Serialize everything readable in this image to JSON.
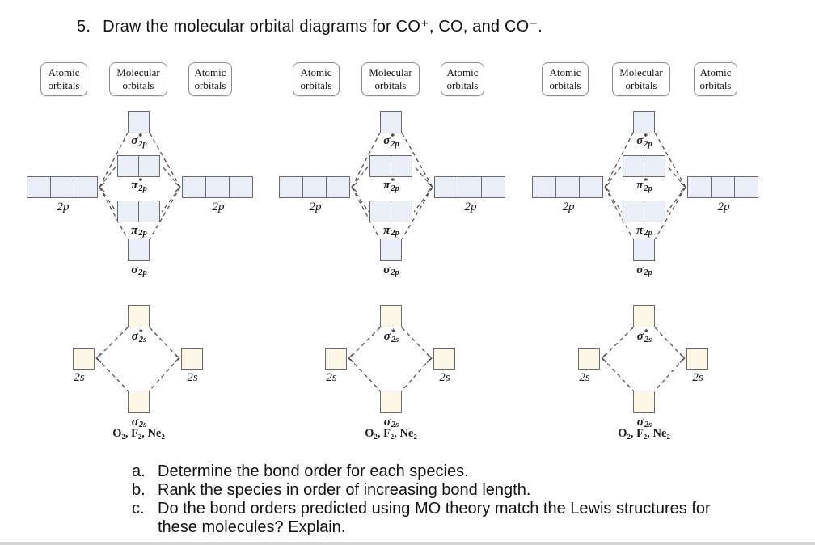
{
  "title": {
    "number": "5.",
    "text": "Draw the molecular orbital diagrams for CO⁺, CO, and CO⁻."
  },
  "diagrams": [
    {
      "header": {
        "left": "Atomic orbitals",
        "center": "Molecular orbitals",
        "right": "Atomic orbitals"
      },
      "p": {
        "sigma_star": {
          "symbol": "σ",
          "star": "*",
          "sub": "2p"
        },
        "pi_star": {
          "symbol": "π",
          "star": "*",
          "sub": "2p"
        },
        "pi": {
          "symbol": "π",
          "sub": "2p"
        },
        "sigma": {
          "symbol": "σ",
          "sub": "2p"
        },
        "left_label": "2p",
        "right_label": "2p"
      },
      "s": {
        "sigma_star": {
          "symbol": "σ",
          "star": "*",
          "sub": "2s"
        },
        "sigma": {
          "symbol": "σ",
          "sub": "2s"
        },
        "left_label": "2s",
        "right_label": "2s",
        "caption": "O₂, F₂, Ne₂"
      }
    },
    {
      "header": {
        "left": "Atomic orbitals",
        "center": "Molecular orbitals",
        "right": "Atomic orbitals"
      },
      "p": {
        "sigma_star": {
          "symbol": "σ",
          "star": "*",
          "sub": "2p"
        },
        "pi_star": {
          "symbol": "π",
          "star": "*",
          "sub": "2p"
        },
        "pi": {
          "symbol": "π",
          "sub": "2p"
        },
        "sigma": {
          "symbol": "σ",
          "sub": "2p"
        },
        "left_label": "2p",
        "right_label": "2p"
      },
      "s": {
        "sigma_star": {
          "symbol": "σ",
          "star": "*",
          "sub": "2s"
        },
        "sigma": {
          "symbol": "σ",
          "sub": "2s"
        },
        "left_label": "2s",
        "right_label": "2s",
        "caption": "O₂, F₂, Ne₂"
      }
    },
    {
      "header": {
        "left": "Atomic orbitals",
        "center": "Molecular orbitals",
        "right": "Atomic orbitals"
      },
      "p": {
        "sigma_star": {
          "symbol": "σ",
          "star": "*",
          "sub": "2p"
        },
        "pi_star": {
          "symbol": "π",
          "star": "*",
          "sub": "2p"
        },
        "pi": {
          "symbol": "π",
          "sub": "2p"
        },
        "sigma": {
          "symbol": "σ",
          "sub": "2p"
        },
        "left_label": "2p",
        "right_label": "2p"
      },
      "s": {
        "sigma_star": {
          "symbol": "σ",
          "star": "*",
          "sub": "2s"
        },
        "sigma": {
          "symbol": "σ",
          "sub": "2s"
        },
        "left_label": "2s",
        "right_label": "2s",
        "caption": "O₂, F₂, Ne₂"
      }
    }
  ],
  "questions": [
    {
      "letter": "a.",
      "text": "Determine the bond order for each species."
    },
    {
      "letter": "b.",
      "text": "Rank the species in order of increasing bond length."
    },
    {
      "letter": "c.",
      "text": "Do the bond orders predicted using MO theory match the Lewis structures for these molecules? Explain."
    }
  ],
  "colors": {
    "p_box_fill": "#e9eef9",
    "s_box_fill": "#fcf7e6",
    "box_border": "#6a6a6a",
    "connector": "#555555"
  }
}
